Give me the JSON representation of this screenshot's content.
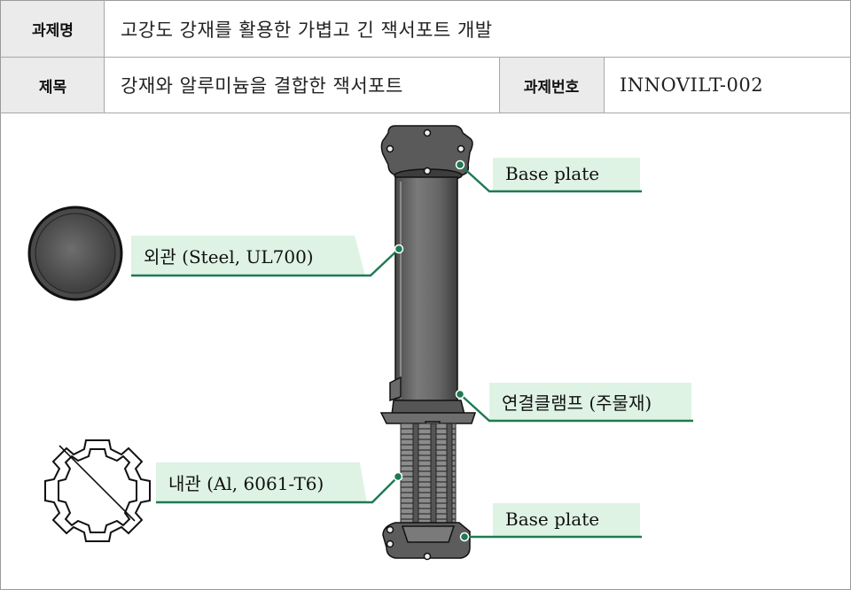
{
  "header": {
    "project_name_label": "과제명",
    "project_name_value": "고강도 강재를 활용한 가볍고 긴 잭서포트 개발",
    "title_label": "제목",
    "title_value": "강재와 알루미늄을 결합한 잭서포트",
    "project_number_label": "과제번호",
    "project_number_value": "INNOVILT-002"
  },
  "callouts": {
    "base_plate_top": "Base plate",
    "outer_pipe": "외관 (Steel, UL700)",
    "clamp": "연결클램프 (주물재)",
    "inner_pipe": "내관 (Al, 6061-T6)",
    "base_plate_bottom": "Base plate"
  },
  "colors": {
    "callout_fill": "#dff3e4",
    "callout_line": "#1e7a52",
    "part_gray": "#6a6a6a",
    "header_fill": "#ebebeb"
  }
}
